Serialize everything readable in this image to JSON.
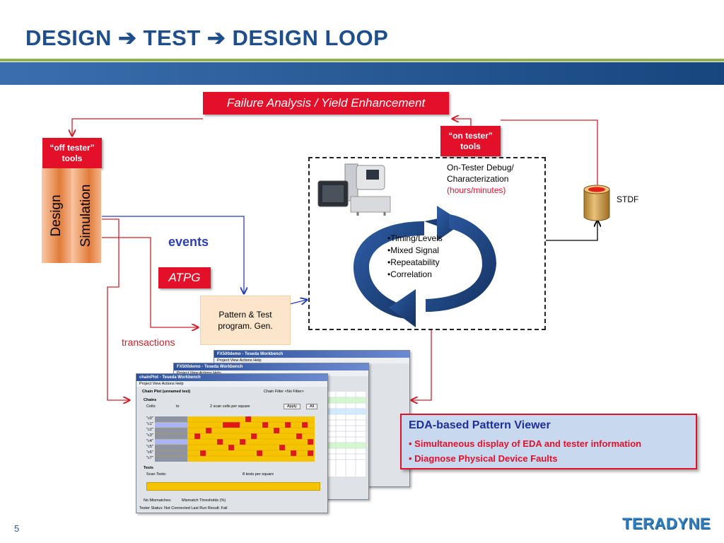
{
  "slide": {
    "title": "DESIGN ➔ TEST ➔ DESIGN LOOP",
    "page_number": "5",
    "logo": "TERADYNE"
  },
  "boxes": {
    "failure_analysis": "Failure Analysis / Yield Enhancement",
    "off_tester": "“off tester” tools",
    "on_tester": "“on tester” tools",
    "design": "Design",
    "simulation": "Simulation",
    "events": "events",
    "atpg": "ATPG",
    "pattern_gen": "Pattern & Test program. Gen.",
    "transactions": "transactions",
    "stdf": "STDF"
  },
  "debug": {
    "line1": "On-Tester Debug/",
    "line2": "Characterization",
    "line3": "(hours/minutes)"
  },
  "bullets": [
    "•Timing/Levels",
    "•Mixed Signal",
    "•Repeatability",
    "•Correlation"
  ],
  "eda": {
    "title": "EDA-based Pattern Viewer",
    "line1": "• Simultaneous display of EDA and tester information",
    "line2": "•  Diagnose Physical Device Faults"
  },
  "screenshot": {
    "back_title": "FX500demo - Teseda Workbench",
    "mid_title": "FX500demo - Teseda Workbench",
    "front_title": "chainPlot - Teseda Workbench",
    "menu": "Project   View   Actions   Help",
    "chain_plot": "Chain Plot  (unnamed test)",
    "chain_filter": "Chain Filter  <No Filter>",
    "chains": "Chains",
    "cells": "Cells:",
    "to": "to",
    "scan_cells": "2   scan cells per square",
    "apply": "Apply",
    "all": "All",
    "tests": "Tests",
    "scan_tests": "Scan Tests:",
    "tests_per_square": "8   tests per square",
    "no_mismatches": "No Mismatches:",
    "mismatch_thresholds": "Mismatch Thresholds (%)",
    "status": "Tester Status:  Not Connected   Last Run Result:  Fail",
    "rows": [
      "\"c0\"",
      "\"c1\"",
      "\"c2\"",
      "\"c3\"",
      "\"c4\"",
      "\"c5\"",
      "\"c6\"",
      "\"c7\""
    ]
  }
}
